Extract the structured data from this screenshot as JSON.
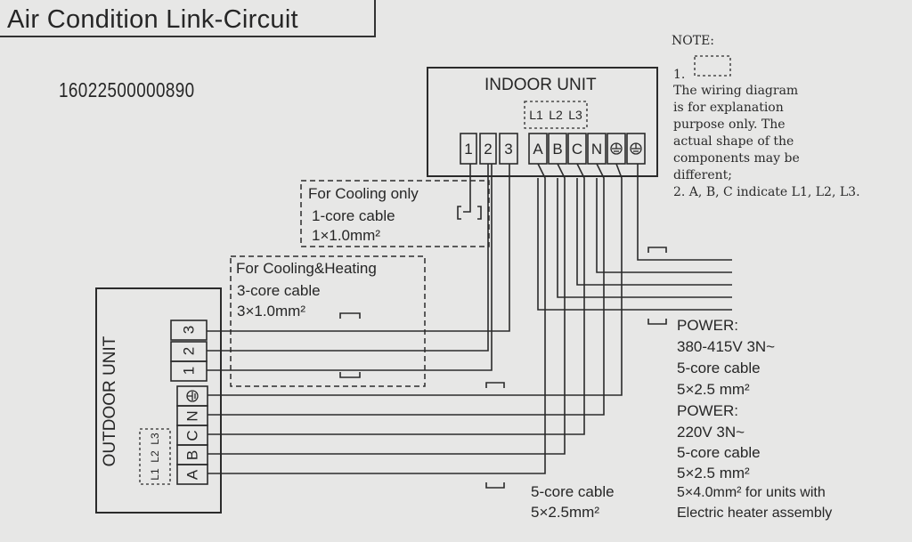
{
  "title": "Air Condition Link-Circuit",
  "code": "16022500000890",
  "note": {
    "heading": "NOTE:",
    "item1_prefix": "1.",
    "lines": [
      "The wiring diagram",
      "is for explanation",
      "purpose only. The",
      "actual shape of the",
      "components may be",
      "different;",
      "2. A, B, C indicate L1, L2, L3."
    ]
  },
  "indoor_unit": {
    "label": "INDOOR UNIT",
    "phase_labels": [
      "L1",
      "L2",
      "L3"
    ],
    "terminals": [
      "1",
      "2",
      "3",
      "A",
      "B",
      "C",
      "N"
    ]
  },
  "outdoor_unit": {
    "label": "OUTDOOR UNIT",
    "signal_terminals": [
      "3",
      "2",
      "1"
    ],
    "power_terminals": [
      "N",
      "C",
      "B",
      "A"
    ],
    "phase_labels": [
      "L3",
      "L2",
      "L1"
    ]
  },
  "cooling_only": {
    "line1": "For Cooling only",
    "line2": "1-core cable",
    "line3": "1×1.0mm²"
  },
  "cooling_heating": {
    "line1": "For Cooling&Heating",
    "line2": "3-core cable",
    "line3": "3×1.0mm²"
  },
  "power_spec": [
    "POWER:",
    "380-415V 3N~",
    "5-core cable",
    "5×2.5 mm²",
    "POWER:",
    "220V 3N~",
    "5-core cable",
    "5×2.5 mm²",
    "5×4.0mm² for units with",
    "Electric heater assembly"
  ],
  "link_cable": {
    "line1": "5-core cable",
    "line2": "5×2.5mm²"
  },
  "icons": {
    "ground": "ground-symbol",
    "cable_clamp": "cable-clamp"
  }
}
